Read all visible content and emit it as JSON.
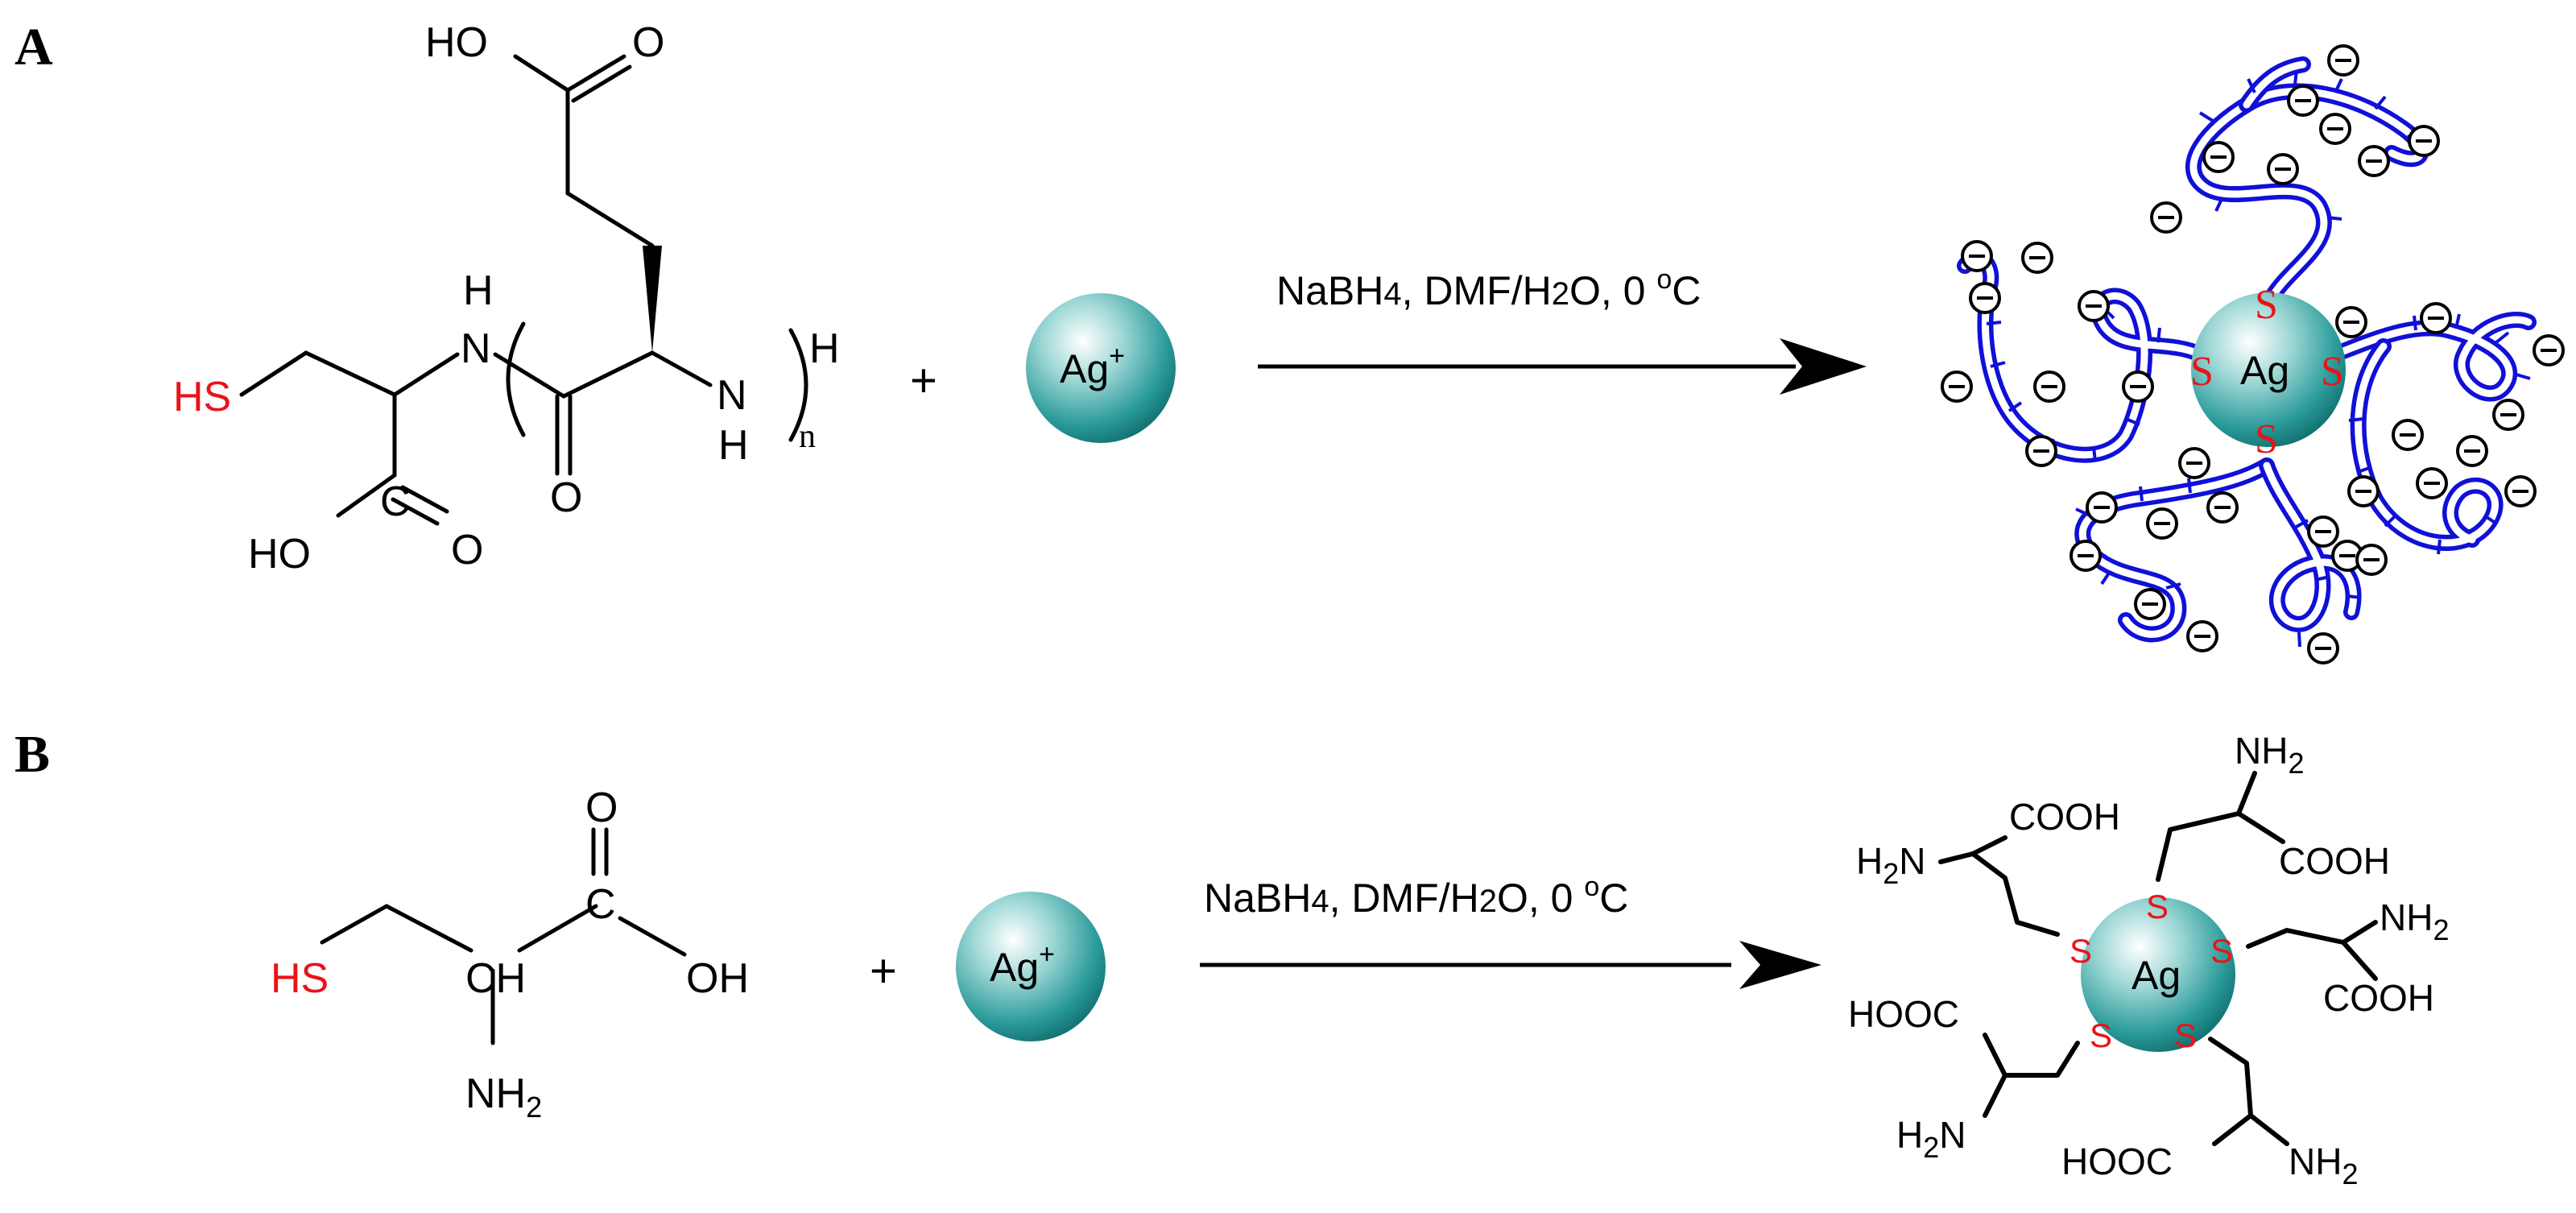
{
  "panels": {
    "a_label": "A",
    "b_label": "B"
  },
  "molecule_a": {
    "hs": "HS",
    "ho_top": "HO",
    "o_top": "O",
    "h_top": "H",
    "n_left": "N",
    "h_right": "H",
    "n_right": "N",
    "h_right_bottom": "H",
    "n_repeat": "n",
    "o_amide": "O",
    "c_acid": "C",
    "o_acid": "O",
    "ho_bottom": "HO"
  },
  "molecule_b": {
    "hs": "HS",
    "ch": "CH",
    "c": "C",
    "o": "O",
    "oh": "OH",
    "nh": "NH",
    "nh_sub": "2"
  },
  "reaction_a": {
    "plus": "+",
    "ion": "Ag",
    "ion_charge": "+",
    "cond_1": "NaBH",
    "cond_2": "4",
    "cond_3": ", DMF/H",
    "cond_4": "2",
    "cond_5": "O, 0 ",
    "cond_6": "o",
    "cond_7": "C"
  },
  "reaction_b": {
    "plus": "+",
    "ion": "Ag",
    "ion_charge": "+",
    "cond_1": "NaBH",
    "cond_2": "4",
    "cond_3": ", DMF/H",
    "cond_4": "2",
    "cond_5": "O, 0 ",
    "cond_6": "o",
    "cond_7": "C"
  },
  "product_a": {
    "core": "Ag",
    "s": "S"
  },
  "product_b": {
    "core": "Ag",
    "s": "S",
    "cooh": "COOH",
    "hooc": "HOOC",
    "nh": "NH",
    "h": "H",
    "n": "N",
    "two": "2"
  },
  "colors": {
    "thiol": "#e8141a",
    "polymer": "#1010d8",
    "silver": "#2a9a9a"
  }
}
